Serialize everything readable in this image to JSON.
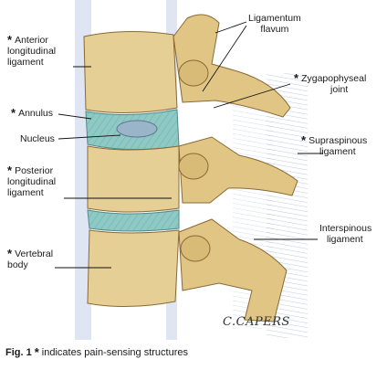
{
  "labels": {
    "anterior_longitudinal": {
      "star": "*",
      "line1": "Anterior",
      "line2": "longitudinal",
      "line3": "ligament"
    },
    "annulus": {
      "star": "*",
      "text": "Annulus"
    },
    "nucleus": {
      "text": "Nucleus"
    },
    "posterior_longitudinal": {
      "star": "*",
      "line1": "Posterior",
      "line2": "longitudinal",
      "line3": "ligament"
    },
    "vertebral_body": {
      "star": "*",
      "line1": "Vertebral",
      "line2": "body"
    },
    "ligamentum_flavum": {
      "line1": "Ligamentum",
      "line2": "flavum"
    },
    "zygapophyseal_joint": {
      "star": "*",
      "line1": "Zygapophyseal",
      "line2": "joint"
    },
    "supraspinous": {
      "star": "*",
      "line1": "Supraspinous",
      "line2": "ligament"
    },
    "interspinous": {
      "line1": "Interspinous",
      "line2": "ligament"
    }
  },
  "caption": {
    "fig": "Fig. 1",
    "star": "*",
    "text": "indicates pain-sensing structures"
  },
  "signature": "C.CAPERS",
  "colors": {
    "bone": "#e6cf95",
    "bone_shadow": "#b8934f",
    "disc": "#8fc9c4",
    "ligament": "#a9b7d6",
    "line": "#111111"
  }
}
